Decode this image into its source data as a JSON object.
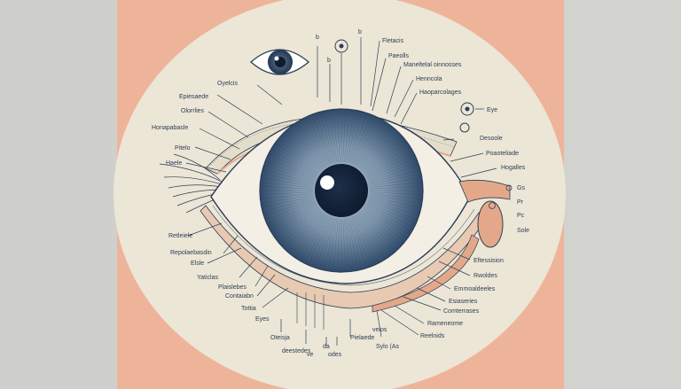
{
  "colors": {
    "panel": "#eeb49a",
    "disc": "#ece6d6",
    "ink": "#2c3e55",
    "iris_dark": "#3d5878",
    "iris_mid": "#7f97ad",
    "accent": "#e3a88a"
  },
  "labels": {
    "top_1": "Fletacis",
    "top_2": "Paeolls",
    "top_3": "Maneltelal oinnosses",
    "top_4": "Henncola",
    "top_5": "Haoparcolages",
    "top_b1": "b",
    "top_b2": "b",
    "top_b3": "b",
    "left_1": "Oyelcis",
    "left_2": "Epiesaede",
    "left_3": "Olorrlies",
    "left_4": "Honapabasle",
    "left_5": "Pitelo",
    "left_6": "Haele",
    "left_7": "Retleiele",
    "left_8": "Repolaebasdin",
    "left_9": "Elsle",
    "left_10": "Yaticlas",
    "left_11": "Plaislebes",
    "left_12": "Contaiabn",
    "right_1": "Eye",
    "right_2": "Desoole",
    "right_3": "Poaoteliade",
    "right_4": "Hogalles",
    "right_5": "Gs",
    "right_6": "Pr",
    "right_7": "Pc",
    "right_8": "Sole",
    "right_9": "Eftessision",
    "right_10": "Rwoldes",
    "right_11": "Emmoaldeeles",
    "right_12": "Esiaseries",
    "right_13": "Comterrases",
    "right_14": "Rameneome",
    "bottom_1": "Tottia",
    "bottom_2": "Eyes",
    "bottom_3": "Oteisja",
    "bottom_4": "deestedes",
    "bottom_5": "ve",
    "bottom_6": "da",
    "bottom_7": "Pielaede",
    "bottom_8": "odes",
    "bottom_9": "velos",
    "bottom_10": "Sylo (As",
    "bottom_11": "Reelnids"
  }
}
